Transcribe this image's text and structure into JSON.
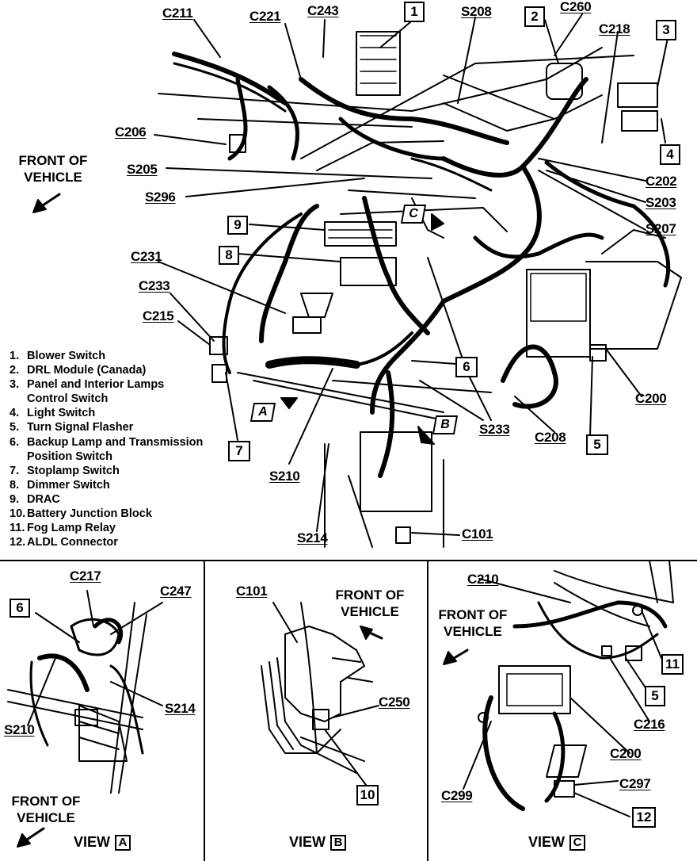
{
  "legend": [
    {
      "num": "1.",
      "text": "Blower Switch"
    },
    {
      "num": "2.",
      "text": "DRL Module (Canada)"
    },
    {
      "num": "3.",
      "text": "Panel and Interior Lamps",
      "cont": "Control Switch"
    },
    {
      "num": "4.",
      "text": "Light Switch"
    },
    {
      "num": "5.",
      "text": "Turn Signal Flasher"
    },
    {
      "num": "6.",
      "text": "Backup Lamp and Transmission",
      "cont": "Position Switch"
    },
    {
      "num": "7.",
      "text": "Stoplamp Switch"
    },
    {
      "num": "8.",
      "text": "Dimmer Switch"
    },
    {
      "num": "9.",
      "text": "DRAC"
    },
    {
      "num": "10.",
      "text": "Battery Junction Block"
    },
    {
      "num": "11.",
      "text": "Fog Lamp Relay"
    },
    {
      "num": "12.",
      "text": "ALDL Connector"
    }
  ],
  "main": {
    "front_of_vehicle_line1": "FRONT OF",
    "front_of_vehicle_line2": "VEHICLE",
    "connectors": {
      "c211": "C211",
      "c221": "C221",
      "c243": "C243",
      "s208": "S208",
      "c260": "C260",
      "c218": "C218",
      "c206": "C206",
      "s205": "S205",
      "s296": "S296",
      "c202": "C202",
      "s203": "S203",
      "s207": "S207",
      "c231": "C231",
      "c233": "C233",
      "c215": "C215",
      "c200": "C200",
      "s233": "S233",
      "c208": "C208",
      "s210": "S210",
      "s214": "S214",
      "c101": "C101"
    },
    "boxes": {
      "b1": "1",
      "b2": "2",
      "b3": "3",
      "b4": "4",
      "b9": "9",
      "b8": "8",
      "b6": "6",
      "b7": "7",
      "b5": "5"
    },
    "pointers": {
      "a": "A",
      "b": "B",
      "c": "C"
    }
  },
  "view_a": {
    "c217": "C217",
    "c247": "C247",
    "s214": "S214",
    "s210": "S210",
    "box6": "6",
    "front_line1": "FRONT OF",
    "front_line2": "VEHICLE",
    "view_word": "VIEW",
    "view_letter": "A"
  },
  "view_b": {
    "c101": "C101",
    "c250": "C250",
    "box10": "10",
    "front_line1": "FRONT OF",
    "front_line2": "VEHICLE",
    "view_word": "VIEW",
    "view_letter": "B"
  },
  "view_c": {
    "c210": "C210",
    "c216": "C216",
    "c200": "C200",
    "c297": "C297",
    "c299": "C299",
    "box11": "11",
    "box5": "5",
    "box12": "12",
    "front_line1": "FRONT OF",
    "front_line2": "VEHICLE",
    "view_word": "VIEW",
    "view_letter": "C"
  }
}
